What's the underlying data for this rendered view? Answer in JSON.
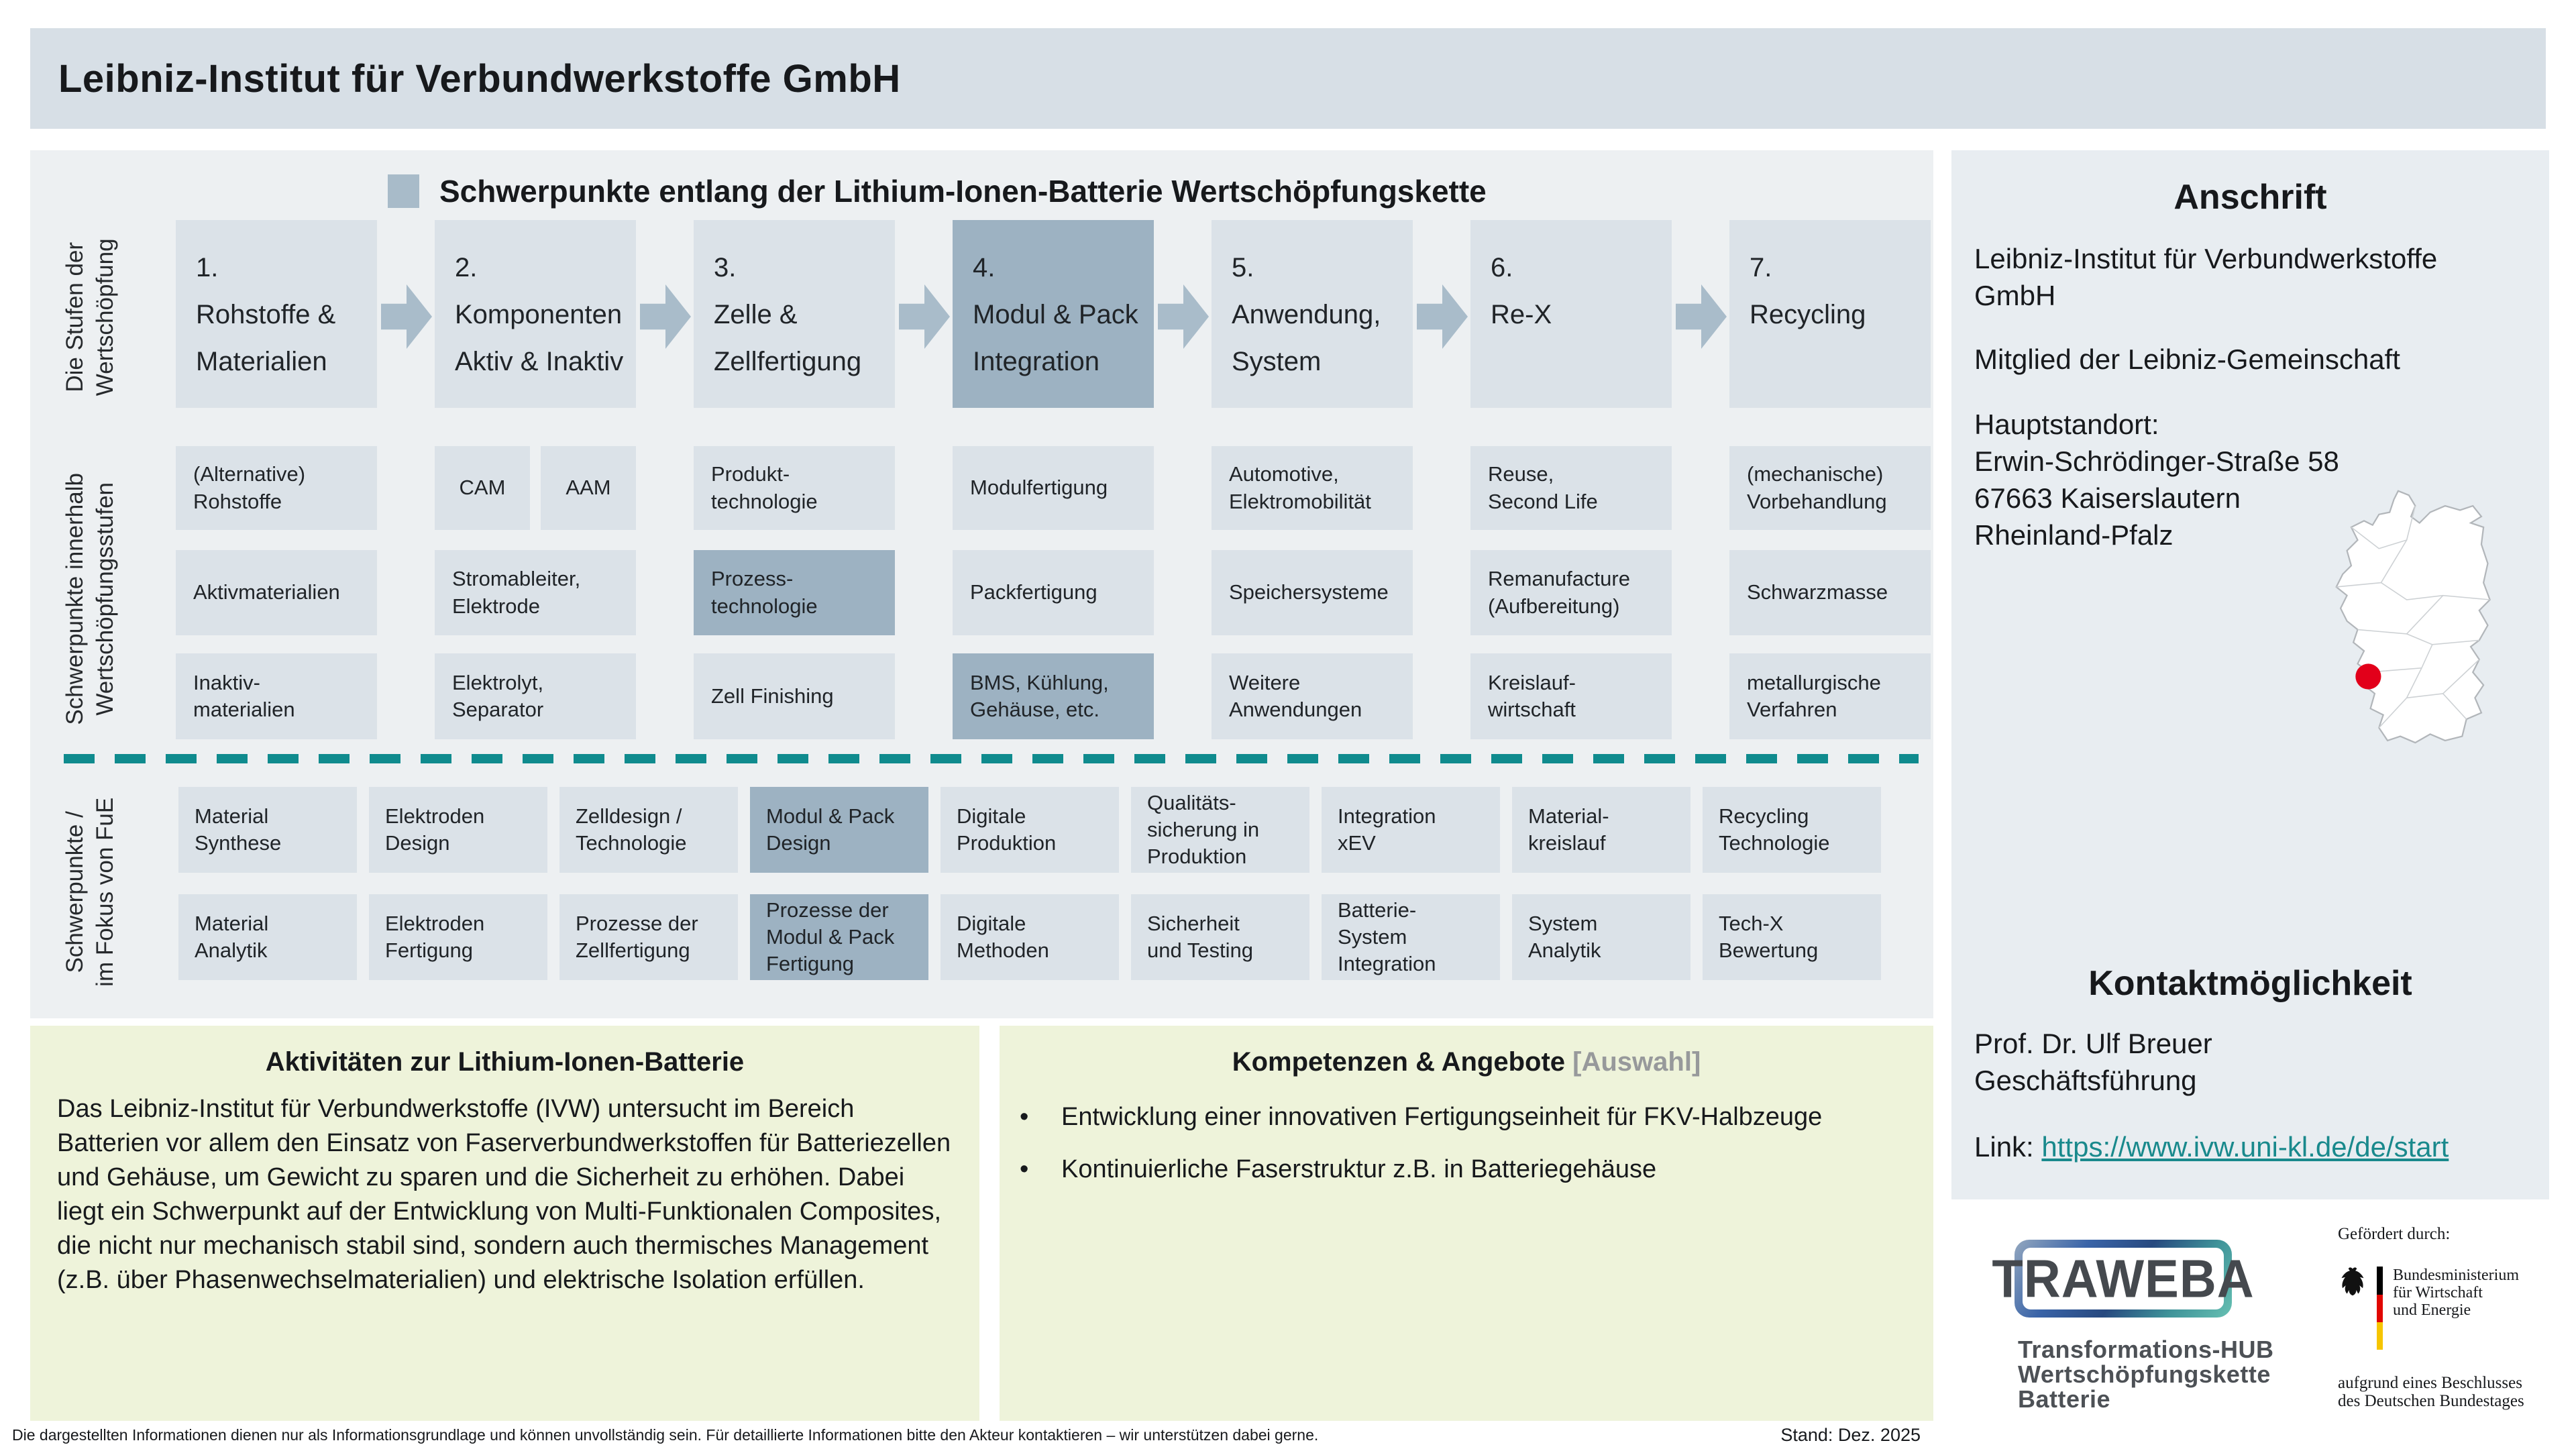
{
  "page": {
    "title": "Leibniz-Institut für Verbundwerkstoffe GmbH",
    "stand": "Stand: Dez. 2025",
    "disclaimer": "Die dargestellten Informationen dienen nur als Informationsgrundlage und können unvollständig sein. Für detaillierte Informationen bitte den Akteur kontaktieren – wir unterstützen dabei gerne."
  },
  "colors": {
    "header_bar": "#d7dfe6",
    "panel": "#edf0f2",
    "sidebar": "#e8edf1",
    "box": "#dbe2e8",
    "box_highlight": "#9db2c2",
    "arrow": "#a9bcca",
    "teal_dash": "#0f8b8e",
    "green_box": "#eef3da",
    "link": "#19898c",
    "map_dot_red": "#e2001a"
  },
  "chain": {
    "heading": "Schwerpunkte entlang der Lithium-Ionen-Batterie Wertschöpfungskette",
    "side_labels": {
      "stages": "Die Stufen der\nWertschöpfung",
      "within": "Schwerpunkte innerhalb\nWertschöpfungsstufen",
      "focus": "Schwerpunkte /\nim Fokus von FuE"
    },
    "stages": [
      {
        "n": "1.",
        "t": "Rohstoffe &\nMaterialien"
      },
      {
        "n": "2.",
        "t": "Komponenten\nAktiv & Inaktiv"
      },
      {
        "n": "3.",
        "t": "Zelle &\nZellfertigung"
      },
      {
        "n": "4.",
        "t": "Modul & Pack\nIntegration"
      },
      {
        "n": "5.",
        "t": "Anwendung,\nSystem"
      },
      {
        "n": "6.",
        "t": "Re-X"
      },
      {
        "n": "7.",
        "t": "Recycling"
      }
    ],
    "within": {
      "a": [
        "(Alternative)\nRohstoffe",
        "CAM",
        "AAM",
        "Produkt-\ntechnologie",
        "Modulfertigung",
        "Automotive,\nElektromobilität",
        "Reuse,\nSecond Life",
        "(mechanische)\nVorbehandlung"
      ],
      "b": [
        "Aktivmaterialien",
        "Stromableiter,\nElektrode",
        "Prozess-\ntechnologie",
        "Packfertigung",
        "Speichersysteme",
        "Remanufacture\n(Aufbereitung)",
        "Schwarzmasse"
      ],
      "c": [
        "Inaktiv-\nmaterialien",
        "Elektrolyt,\nSeparator",
        "Zell Finishing",
        "BMS, Kühlung,\nGehäuse, etc.",
        "Weitere\nAnwendungen",
        "Kreislauf-\nwirtschaft",
        "metallurgische\nVerfahren"
      ]
    },
    "fue": {
      "top": [
        "Material\nSynthese",
        "Elektroden\nDesign",
        "Zelldesign /\nTechnologie",
        "Modul & Pack\nDesign",
        "Digitale\nProduktion",
        "Qualitäts-\nsicherung in\nProduktion",
        "Integration\nxEV",
        "Material-\nkreislauf",
        "Recycling\nTechnologie"
      ],
      "bottom": [
        "Material\nAnalytik",
        "Elektroden\nFertigung",
        "Prozesse der\nZellfertigung",
        "Prozesse der\nModul & Pack\nFertigung",
        "Digitale\nMethoden",
        "Sicherheit\nund Testing",
        "Batterie-\nSystem\nIntegration",
        "System\nAnalytik",
        "Tech-X\nBewertung"
      ]
    }
  },
  "activities": {
    "title": "Aktivitäten zur Lithium-Ionen-Batterie",
    "body": "Das Leibniz-Institut für Verbundwerkstoffe (IVW) untersucht im Bereich Batterien vor allem den Einsatz von Faserverbundwerkstoffen für Batteriezellen und Gehäuse, um Gewicht zu sparen und die Sicherheit zu erhöhen. Dabei liegt ein Schwerpunkt auf der Entwicklung von Multi-Funktionalen Composites, die nicht nur mechanisch stabil sind, sondern auch thermisches Management (z.B. über Phasenwechselmaterialien) und elektrische Isolation erfüllen."
  },
  "competences": {
    "title": "Kompetenzen & Angebote",
    "title_suffix": " [Auswahl]",
    "bullets": [
      "Entwicklung einer innovativen Fertigungseinheit für FKV-Halbzeuge",
      "Kontinuierliche Faserstruktur z.B. in Batteriegehäuse"
    ]
  },
  "sidebar": {
    "anschrift_title": "Anschrift",
    "org": "Leibniz-Institut für Verbundwerkstoffe\nGmbH",
    "membership": "Mitglied der Leibniz-Gemeinschaft",
    "location_label": "Hauptstandort:",
    "street": "Erwin-Schrödinger-Straße 58",
    "city": "67663 Kaiserslautern",
    "state": "Rheinland-Pfalz",
    "contact_title": "Kontaktmöglichkeit",
    "contact_name": "Prof. Dr. Ulf Breuer",
    "contact_role": "Geschäftsführung",
    "link_label": "Link: ",
    "link_url": "https://www.ivw.uni-kl.de/de/start"
  },
  "logos": {
    "traweba": {
      "word": "TRAWEBA",
      "tagline": "Transformations-HUB\nWertschöpfungskette\nBatterie"
    },
    "funding": {
      "heading": "Gefördert durch:",
      "ministry": "Bundesministerium\nfür Wirtschaft\nund Energie",
      "note": "aufgrund eines Beschlusses\ndes Deutschen Bundestages"
    }
  }
}
